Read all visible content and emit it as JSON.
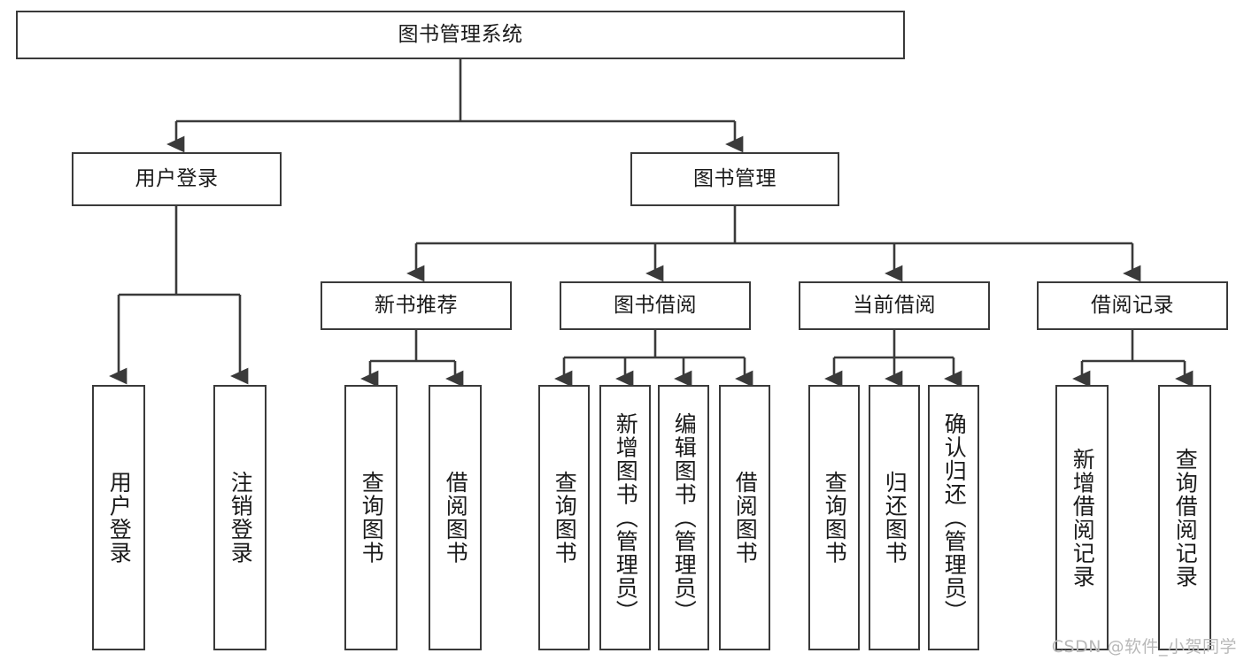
{
  "diagram": {
    "type": "tree-flowchart",
    "title": "图书管理系统",
    "watermark": "CSDN @软件_小贺同学",
    "colors": {
      "stroke": "#3a3a3a",
      "fill": "#ffffff",
      "text": "#1a1a1a",
      "watermark": "#b9b9b9"
    },
    "nodes": {
      "root": {
        "label": "图书管理系统"
      },
      "level1": [
        {
          "id": "user-login",
          "label": "用户登录"
        },
        {
          "id": "book-manage",
          "label": "图书管理"
        }
      ],
      "level2": [
        {
          "id": "new-book-recommend",
          "label": "新书推荐"
        },
        {
          "id": "book-borrow",
          "label": "图书借阅"
        },
        {
          "id": "current-borrow",
          "label": "当前借阅"
        },
        {
          "id": "borrow-record",
          "label": "借阅记录"
        }
      ],
      "leaves": {
        "user-login": [
          {
            "id": "leaf-user-login",
            "label": "用户登录"
          },
          {
            "id": "leaf-logout",
            "label": "注销登录"
          }
        ],
        "new-book-recommend": [
          {
            "id": "leaf-query-book-1",
            "label": "查询图书"
          },
          {
            "id": "leaf-borrow-book-1",
            "label": "借阅图书"
          }
        ],
        "book-borrow": [
          {
            "id": "leaf-query-book-2",
            "label": "查询图书"
          },
          {
            "id": "leaf-add-book",
            "label": "新增图书（管理员）"
          },
          {
            "id": "leaf-edit-book",
            "label": "编辑图书（管理员）"
          },
          {
            "id": "leaf-borrow-book-2",
            "label": "借阅图书"
          }
        ],
        "current-borrow": [
          {
            "id": "leaf-query-book-3",
            "label": "查询图书"
          },
          {
            "id": "leaf-return-book",
            "label": "归还图书"
          },
          {
            "id": "leaf-confirm-return",
            "label": "确认归还（管理员）"
          }
        ],
        "borrow-record": [
          {
            "id": "leaf-add-record",
            "label": "新增借阅记录"
          },
          {
            "id": "leaf-query-record",
            "label": "查询借阅记录"
          }
        ]
      }
    }
  }
}
